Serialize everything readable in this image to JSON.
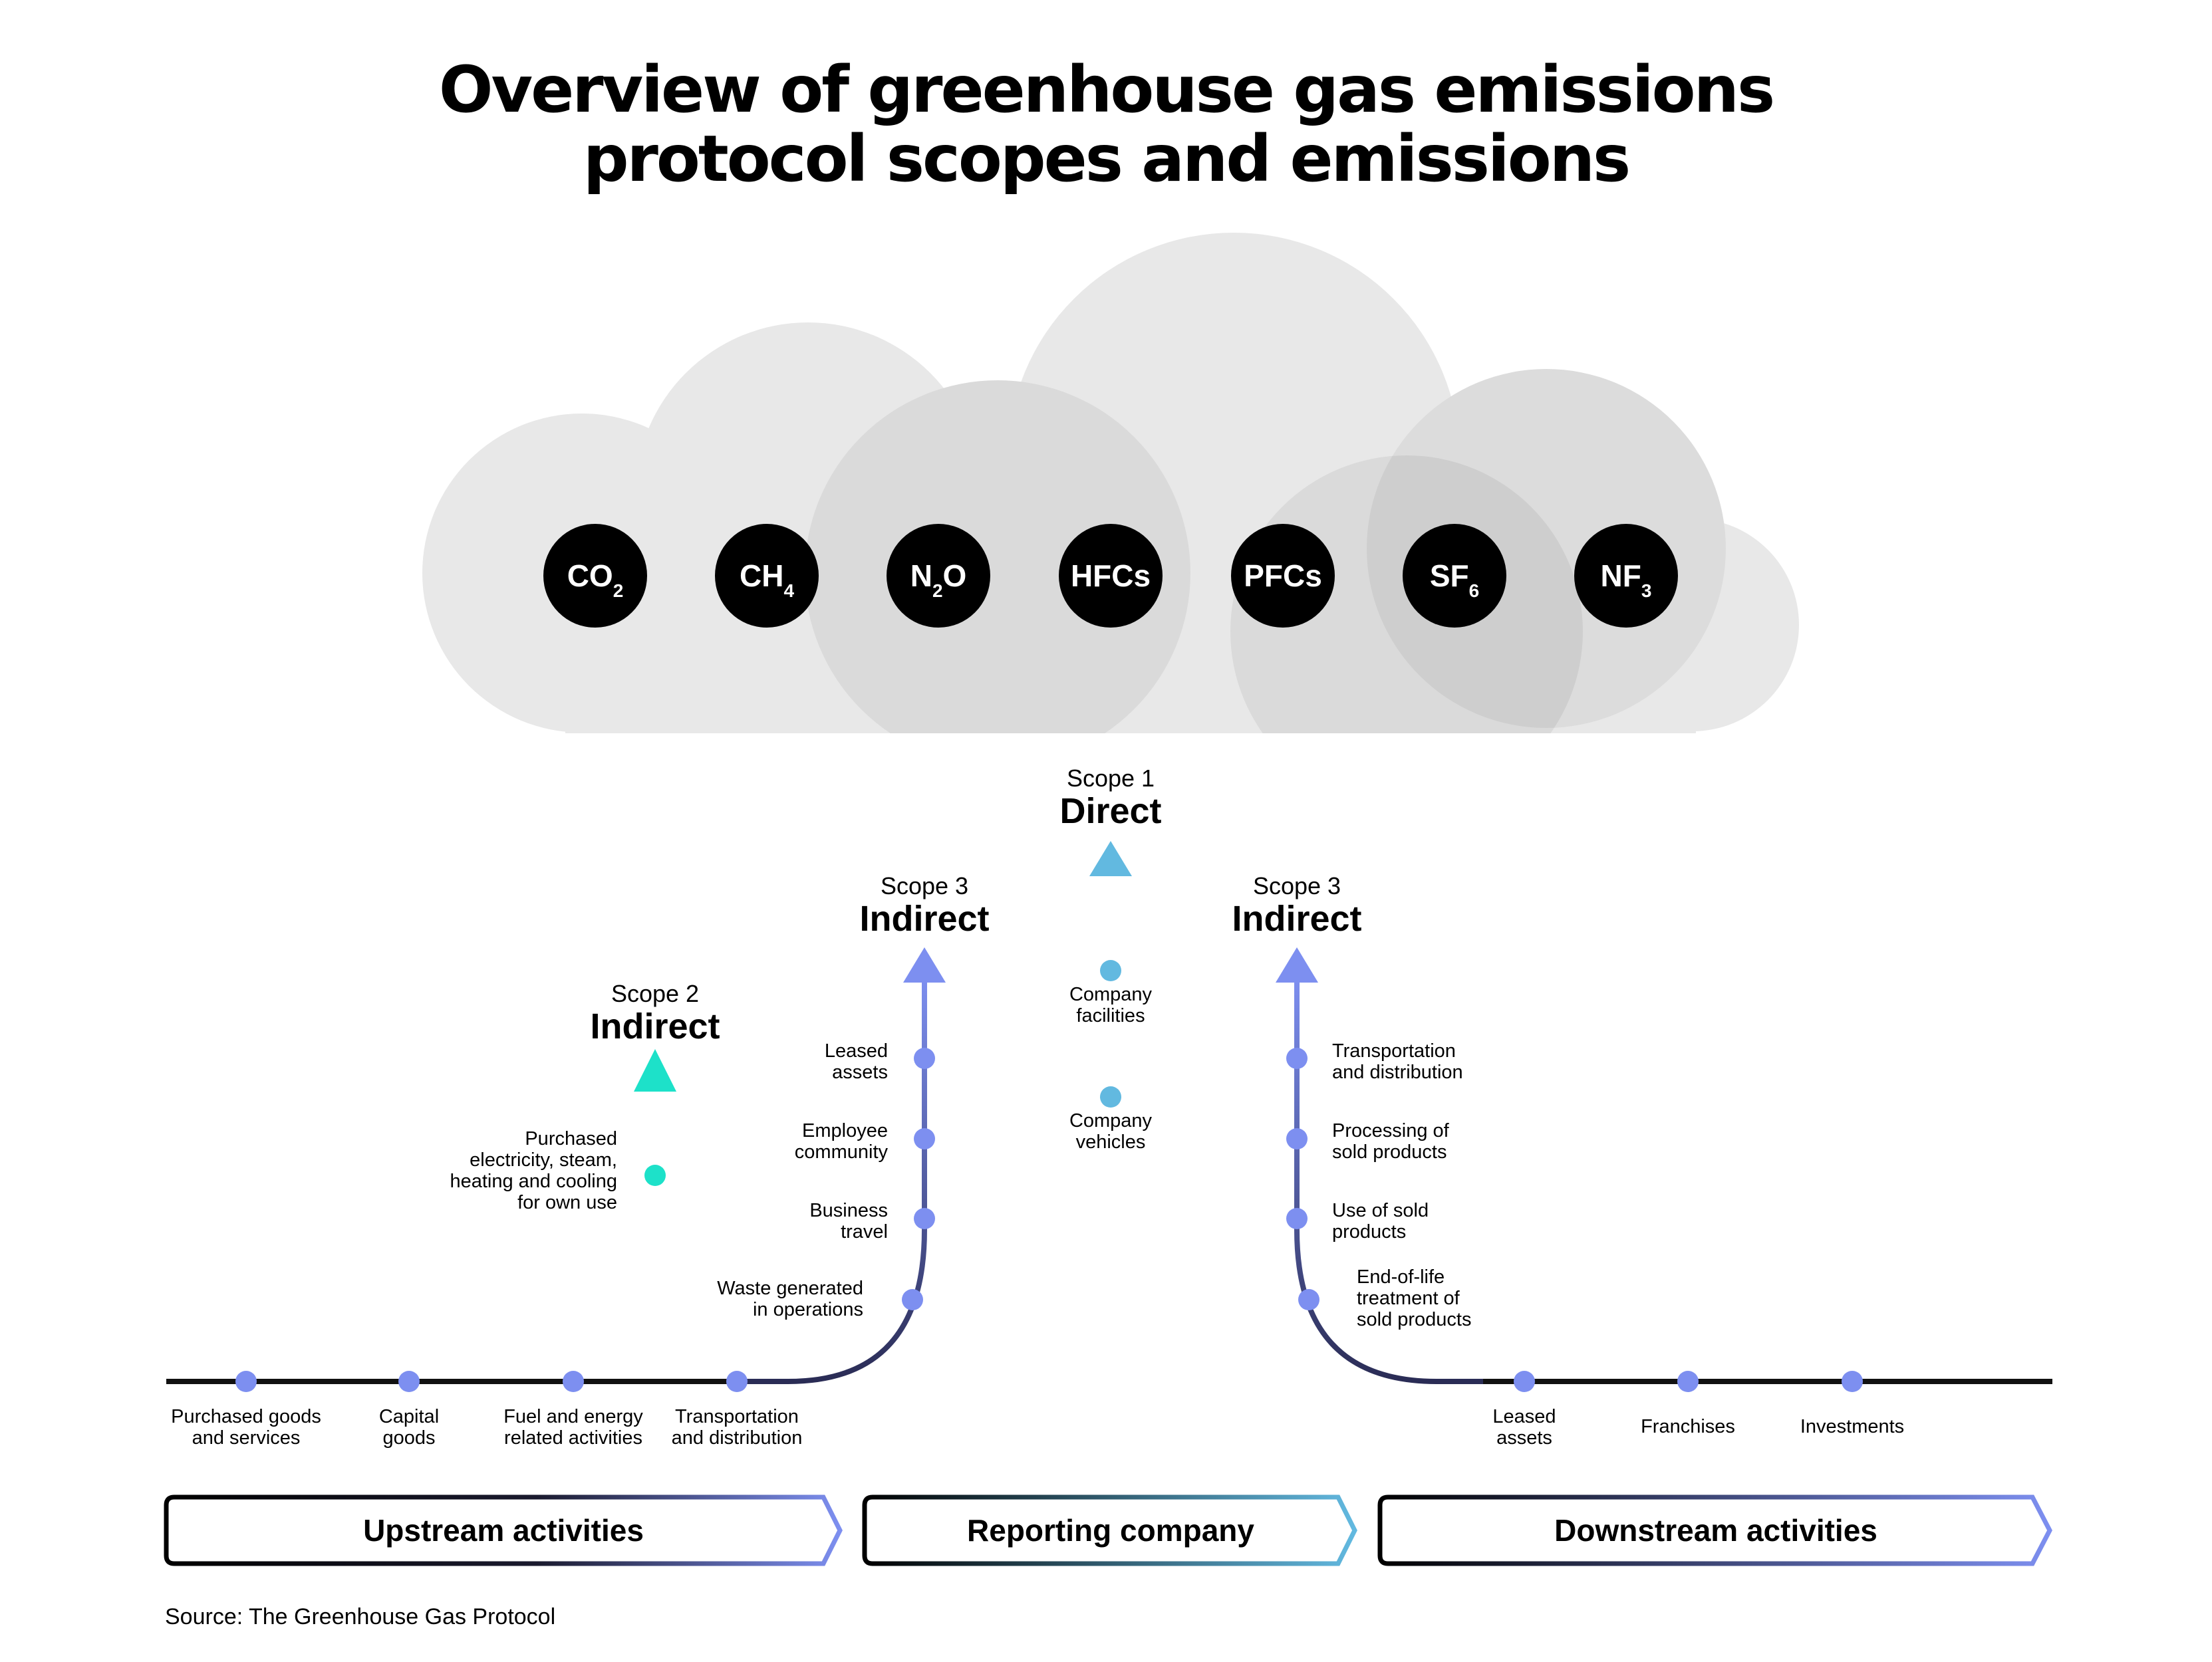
{
  "title": {
    "line1": "Overview of greenhouse gas emissions",
    "line2": "protocol scopes and emissions"
  },
  "gases": [
    {
      "base": "CO",
      "sub": "2"
    },
    {
      "base": "CH",
      "sub": "4"
    },
    {
      "base": "N",
      "sub": "2",
      "tail": "O"
    },
    {
      "base": "HFCs",
      "sub": ""
    },
    {
      "base": "PFCs",
      "sub": ""
    },
    {
      "base": "SF",
      "sub": "6"
    },
    {
      "base": "NF",
      "sub": "3"
    }
  ],
  "scopes": {
    "scope2": {
      "label": "Scope 2",
      "kind": "Indirect"
    },
    "scope3_up": {
      "label": "Scope 3",
      "kind": "Indirect"
    },
    "scope1": {
      "label": "Scope 1",
      "kind": "Direct"
    },
    "scope3_down": {
      "label": "Scope 3",
      "kind": "Indirect"
    }
  },
  "scope2_items": [
    [
      "Purchased",
      "electricity, steam,",
      "heating and cooling",
      "for own use"
    ]
  ],
  "scope3_up_items": [
    [
      "Leased",
      "assets"
    ],
    [
      "Employee",
      "community"
    ],
    [
      "Business",
      "travel"
    ],
    [
      "Waste generated",
      "in operations"
    ]
  ],
  "scope1_items": [
    [
      "Company",
      "facilities"
    ],
    [
      "Company",
      "vehicles"
    ]
  ],
  "scope3_down_items": [
    [
      "Transportation",
      "and distribution"
    ],
    [
      "Processing of",
      "sold products"
    ],
    [
      "Use of sold",
      "products"
    ],
    [
      "End-of-life",
      "treatment of",
      "sold products"
    ]
  ],
  "upstream_timeline": [
    [
      "Purchased goods",
      "and services"
    ],
    [
      "Capital",
      "goods"
    ],
    [
      "Fuel and energy",
      "related activities"
    ],
    [
      "Transportation",
      "and distribution"
    ]
  ],
  "downstream_timeline": [
    [
      "Leased",
      "assets"
    ],
    [
      "Franchises"
    ],
    [
      "Investments"
    ]
  ],
  "bars": {
    "upstream": "Upstream activities",
    "reporting": "Reporting company",
    "downstream": "Downstream activities"
  },
  "source": "Source: The Greenhouse Gas Protocol",
  "colors": {
    "scope2_accent": "#1de1c9",
    "scope1_accent": "#62b9e0",
    "scope3_accent": "#7d8ff0",
    "dark_line": "#1a1a2e",
    "cloud_light": "#e8e8e8",
    "cloud_overlap": "#d6d6d6"
  }
}
